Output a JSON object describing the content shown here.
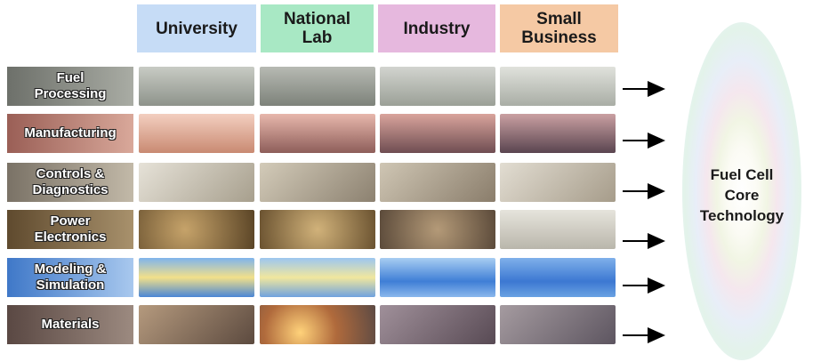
{
  "columns": [
    {
      "label": "University",
      "color": "#c6dcf6"
    },
    {
      "label": "National\nLab",
      "color": "#a8e8c4"
    },
    {
      "label": "Industry",
      "color": "#e6b8de"
    },
    {
      "label": "Small\nBusiness",
      "color": "#f5c9a4"
    }
  ],
  "rows": [
    {
      "label": "Fuel\nProcessing",
      "tone": "#9aa098"
    },
    {
      "label": "Manufacturing",
      "tone": "#b97a6c"
    },
    {
      "label": "Controls &\nDiagnostics",
      "tone": "#a69c8c"
    },
    {
      "label": "Power\nElectronics",
      "tone": "#8a7350"
    },
    {
      "label": "Modeling &\nSimulation",
      "tone": "#6f9fd8"
    },
    {
      "label": "Materials",
      "tone": "#7f6a63"
    }
  ],
  "core": {
    "label": "Fuel Cell\nCore\nTechnology"
  }
}
